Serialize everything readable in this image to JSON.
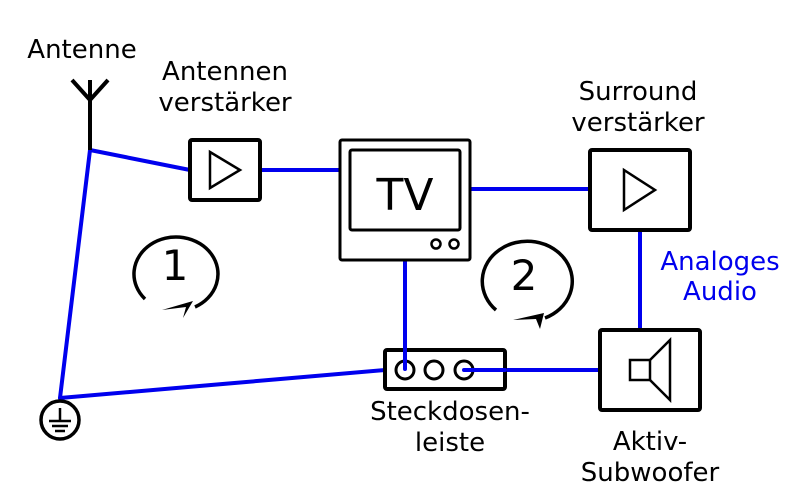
{
  "title": "Ground loop diagram",
  "colors": {
    "wire": "#0000ee",
    "outline": "#000000",
    "background": "#ffffff"
  },
  "labels": {
    "antenna": "Antenne",
    "antenna_amp_line1": "Antennen",
    "antenna_amp_line2": "verstärker",
    "tv": "TV",
    "surround_amp_line1": "Surround",
    "surround_amp_line2": "verstärker",
    "analog_audio_line1": "Analoges",
    "analog_audio_line2": "Audio",
    "power_strip_line1": "Steckdosen-",
    "power_strip_line2": "leiste",
    "subwoofer_line1": "Aktiv-",
    "subwoofer_line2": "Subwoofer"
  },
  "loops": [
    {
      "id": "loop-1",
      "number": "1"
    },
    {
      "id": "loop-2",
      "number": "2"
    }
  ],
  "icons": {
    "antenna": "antenna-icon",
    "amplifier": "amplifier-triangle-icon",
    "tv": "tv-icon",
    "power_strip": "power-strip-icon",
    "speaker": "speaker-icon",
    "ground": "ground-icon",
    "loop_arrow": "circular-arrow-icon"
  }
}
